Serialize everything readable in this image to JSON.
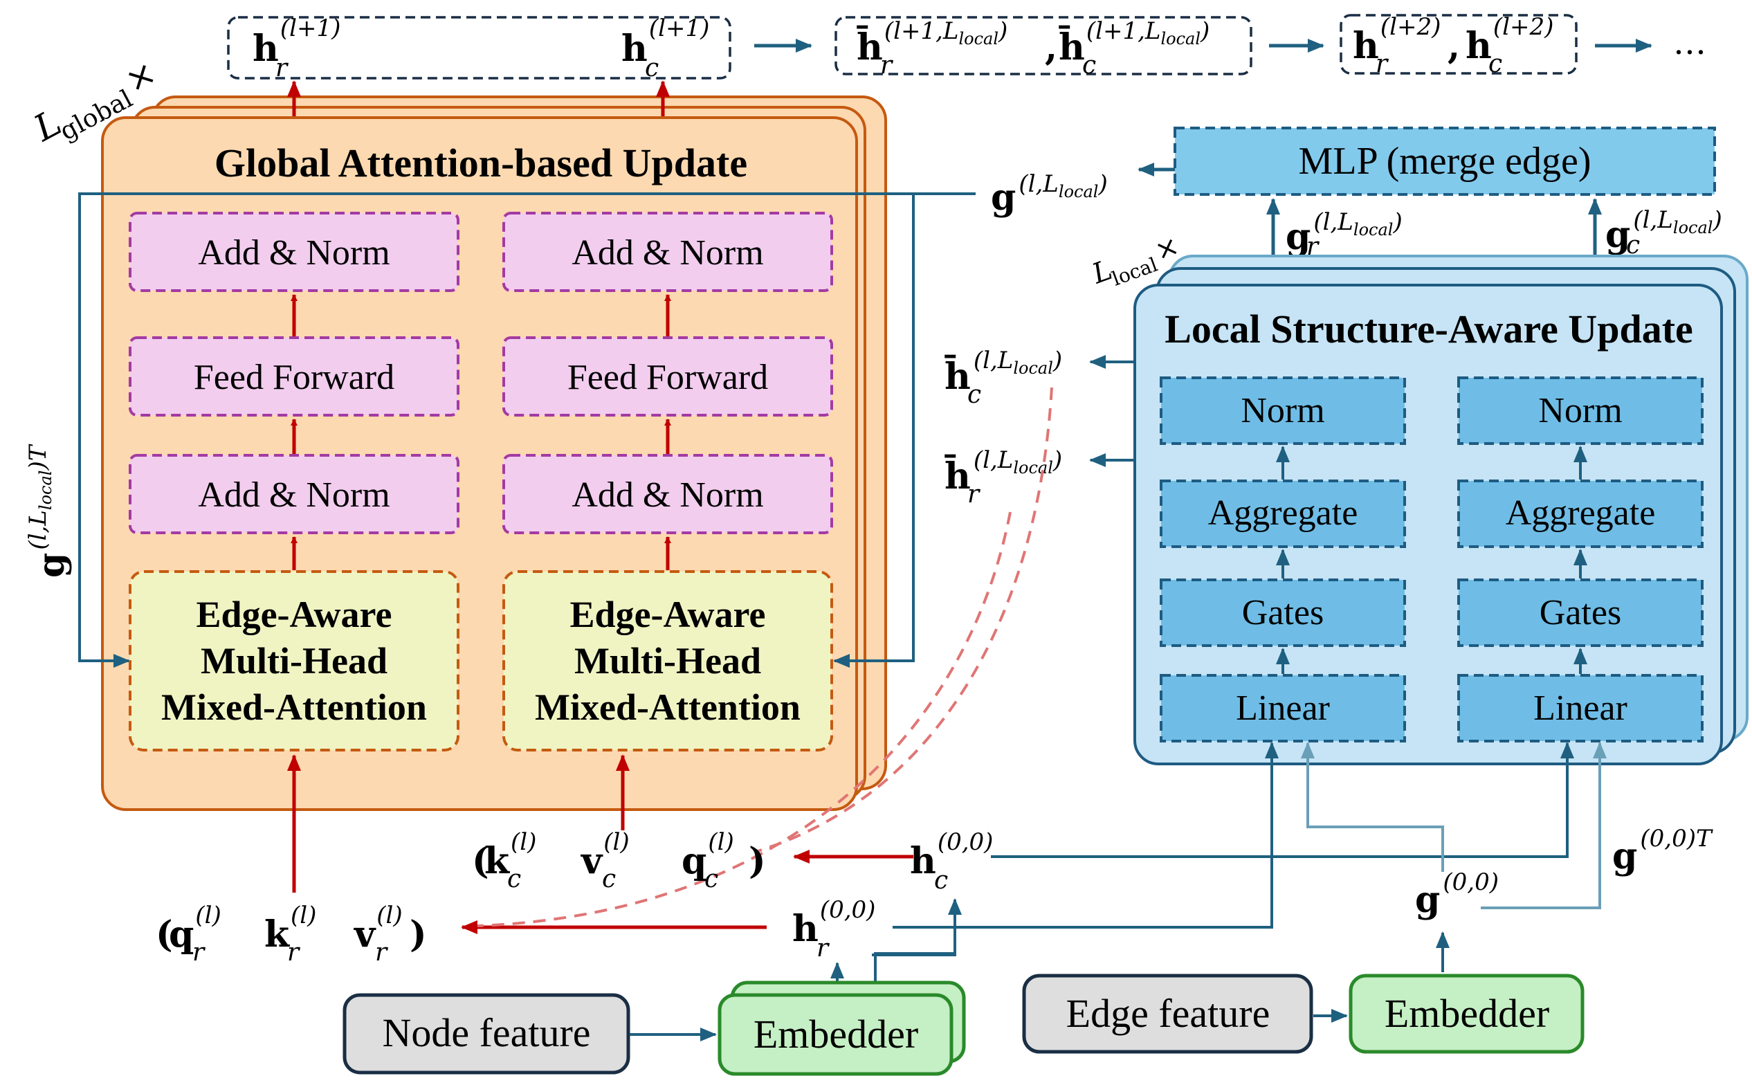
{
  "global_block": {
    "title": "Global Attention-based Update",
    "repeat_label": "L",
    "repeat_sub": "global",
    "repeat_x": "×",
    "left_col": {
      "add_norm_top": "Add & Norm",
      "feed_forward": "Feed Forward",
      "add_norm_bottom": "Add & Norm",
      "attention_line1": "Edge-Aware",
      "attention_line2": "Multi-Head",
      "attention_line3": "Mixed-Attention"
    },
    "right_col": {
      "add_norm_top": "Add & Norm",
      "feed_forward": "Feed Forward",
      "add_norm_bottom": "Add & Norm",
      "attention_line1": "Edge-Aware",
      "attention_line2": "Multi-Head",
      "attention_line3": "Mixed-Attention"
    }
  },
  "local_block": {
    "title": "Local Structure-Aware Update",
    "repeat_label": "L",
    "repeat_sub": "local",
    "repeat_x": "×",
    "left_col": [
      "Norm",
      "Aggregate",
      "Gates",
      "Linear"
    ],
    "right_col": [
      "Norm",
      "Aggregate",
      "Gates",
      "Linear"
    ]
  },
  "mlp_box": {
    "label": "MLP (merge edge)"
  },
  "inputs": {
    "node_feature": "Node feature",
    "edge_feature": "Edge feature",
    "node_embedder": "Embedder",
    "edge_embedder": "Embedder"
  },
  "symbols": {
    "h_r_next": {
      "base": "h",
      "sub": "r",
      "sup": "(l+1)"
    },
    "h_c_next": {
      "base": "h",
      "sub": "c",
      "sup": "(l+1)"
    },
    "hbar_r_next": {
      "base": "h̄",
      "sub": "r",
      "sup": "(l+1,L",
      "sup_sub": "local",
      "sup_end": ")"
    },
    "hbar_c_next": {
      "base": "h̄",
      "sub": "c",
      "sup": "(l+1,L",
      "sup_sub": "local",
      "sup_end": ")"
    },
    "h_r_next2": {
      "base": "h",
      "sub": "r",
      "sup": "(l+2)"
    },
    "h_c_next2": {
      "base": "h",
      "sub": "c",
      "sup": "(l+2)"
    },
    "comma": ",",
    "ellipsis": "…",
    "g_merge": {
      "base": "g",
      "sup": "(l,L",
      "sup_sub": "local",
      "sup_end": ")"
    },
    "g_r": {
      "base": "g",
      "sub": "r",
      "sup": "(l,L",
      "sup_sub": "local",
      "sup_end": ")"
    },
    "g_c": {
      "base": "g",
      "sub": "c",
      "sup": "(l,L",
      "sup_sub": "local",
      "sup_end": ")"
    },
    "g_transpose": {
      "base": "g",
      "sup": "(l,L",
      "sup_sub": "local",
      "sup_end": ")T"
    },
    "hbar_c": {
      "base": "h̄",
      "sub": "c",
      "sup": "(l,L",
      "sup_sub": "local",
      "sup_end": ")"
    },
    "hbar_r": {
      "base": "h̄",
      "sub": "r",
      "sup": "(l,L",
      "sup_sub": "local",
      "sup_end": ")"
    },
    "k_c": {
      "base": "k",
      "sub": "c",
      "sup": "(l)"
    },
    "v_c": {
      "base": "v",
      "sub": "c",
      "sup": "(l)"
    },
    "q_c": {
      "base": "q",
      "sub": "c",
      "sup": "(l)"
    },
    "q_r": {
      "base": "q",
      "sub": "r",
      "sup": "(l)"
    },
    "k_r": {
      "base": "k",
      "sub": "r",
      "sup": "(l)"
    },
    "v_r": {
      "base": "v",
      "sub": "r",
      "sup": "(l)"
    },
    "open_paren": "(",
    "close_paren": ")",
    "h_c0": {
      "base": "h",
      "sub": "c",
      "sup": "(0,0)"
    },
    "h_r0": {
      "base": "h",
      "sub": "r",
      "sup": "(0,0)"
    },
    "g0": {
      "base": "g",
      "sup": "(0,0)"
    },
    "g0T": {
      "base": "g",
      "sup": "(0,0)T"
    }
  },
  "colors": {
    "orange_fill": "#fcd9b0",
    "orange_stroke": "#c55a11",
    "pink_fill": "#f2cdee",
    "pink_stroke": "#a33aa3",
    "yellow_fill": "#f0f4c3",
    "blue_fill": "#c6e4f5",
    "blue_stroke": "#1e5b82",
    "cell_fill": "#6fbde6",
    "mlp_fill": "#82caec",
    "green_fill": "#c5efc4",
    "green_stroke": "#2a8a2a",
    "gray_fill": "#dedede",
    "red_arrow": "#c00000",
    "blue_arrow": "#1f6080",
    "light_blue_arrow": "#6a9fb8",
    "dashed_red": "#e07575"
  }
}
